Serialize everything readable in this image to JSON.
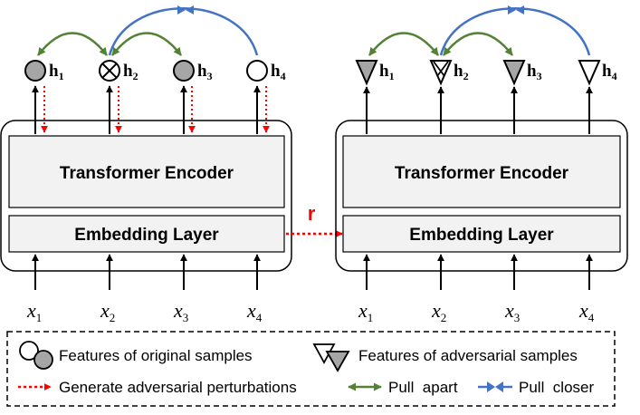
{
  "left_model": {
    "encoder_label": "Transformer Encoder",
    "embedding_label": "Embedding Layer",
    "hidden": [
      {
        "name": "h",
        "sub": "1",
        "style": "gray-circle"
      },
      {
        "name": "h",
        "sub": "2",
        "style": "x-circle"
      },
      {
        "name": "h",
        "sub": "3",
        "style": "gray-circle"
      },
      {
        "name": "h",
        "sub": "4",
        "style": "white-circle"
      }
    ],
    "inputs": [
      {
        "name": "x",
        "sub": "1"
      },
      {
        "name": "x",
        "sub": "2"
      },
      {
        "name": "x",
        "sub": "3"
      },
      {
        "name": "x",
        "sub": "4"
      }
    ]
  },
  "right_model": {
    "encoder_label": "Transformer Encoder",
    "embedding_label": "Embedding Layer",
    "hidden": [
      {
        "name": "h",
        "sub": "1",
        "style": "gray-triangle"
      },
      {
        "name": "h",
        "sub": "2",
        "style": "x-triangle"
      },
      {
        "name": "h",
        "sub": "3",
        "style": "gray-triangle"
      },
      {
        "name": "h",
        "sub": "4",
        "style": "white-triangle"
      }
    ],
    "inputs": [
      {
        "name": "x",
        "sub": "1"
      },
      {
        "name": "x",
        "sub": "2"
      },
      {
        "name": "x",
        "sub": "3"
      },
      {
        "name": "x",
        "sub": "4"
      }
    ]
  },
  "perturbation_label": "r",
  "legend": {
    "original": "Features of original samples",
    "adversarial": "Features of adversarial samples",
    "perturbation": "Generate adversarial perturbations",
    "pull_apart": "Pull  apart",
    "pull_closer": "Pull  closer"
  },
  "colors": {
    "pull_apart": "#548235",
    "pull_closer": "#4472c4",
    "perturbation": "#ff0000",
    "box_fill": "#f2f2f2",
    "feature_fill": "#a6a6a6"
  }
}
